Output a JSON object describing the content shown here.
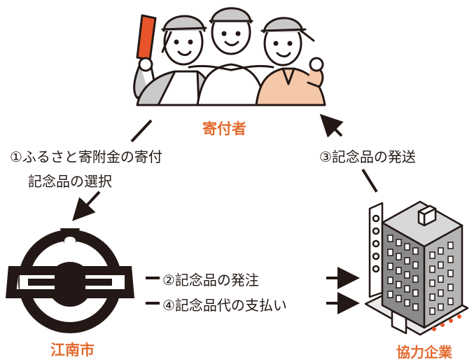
{
  "nodes": {
    "donor": {
      "label": "寄付者"
    },
    "city": {
      "label": "江南市"
    },
    "company": {
      "label": "協力企業"
    }
  },
  "flows": {
    "step1_line1": "①ふるさと寄附金の寄付",
    "step1_line2": "記念品の選択",
    "step2": "②記念品の発注",
    "step3": "③記念品の発送",
    "step4": "④記念品代の支払い"
  },
  "colors": {
    "accent": "#e26b2f",
    "text": "#231815",
    "line": "#231815",
    "donor_left_shirt": "#c9c9c9",
    "donor_right_shirt": "#f4c7a8",
    "flag": "#e8542a",
    "building": "#8a8a8a"
  },
  "icons": {
    "donor": "three-people-cheering-icon",
    "city": "konan-city-emblem-icon",
    "company": "office-building-icon"
  }
}
